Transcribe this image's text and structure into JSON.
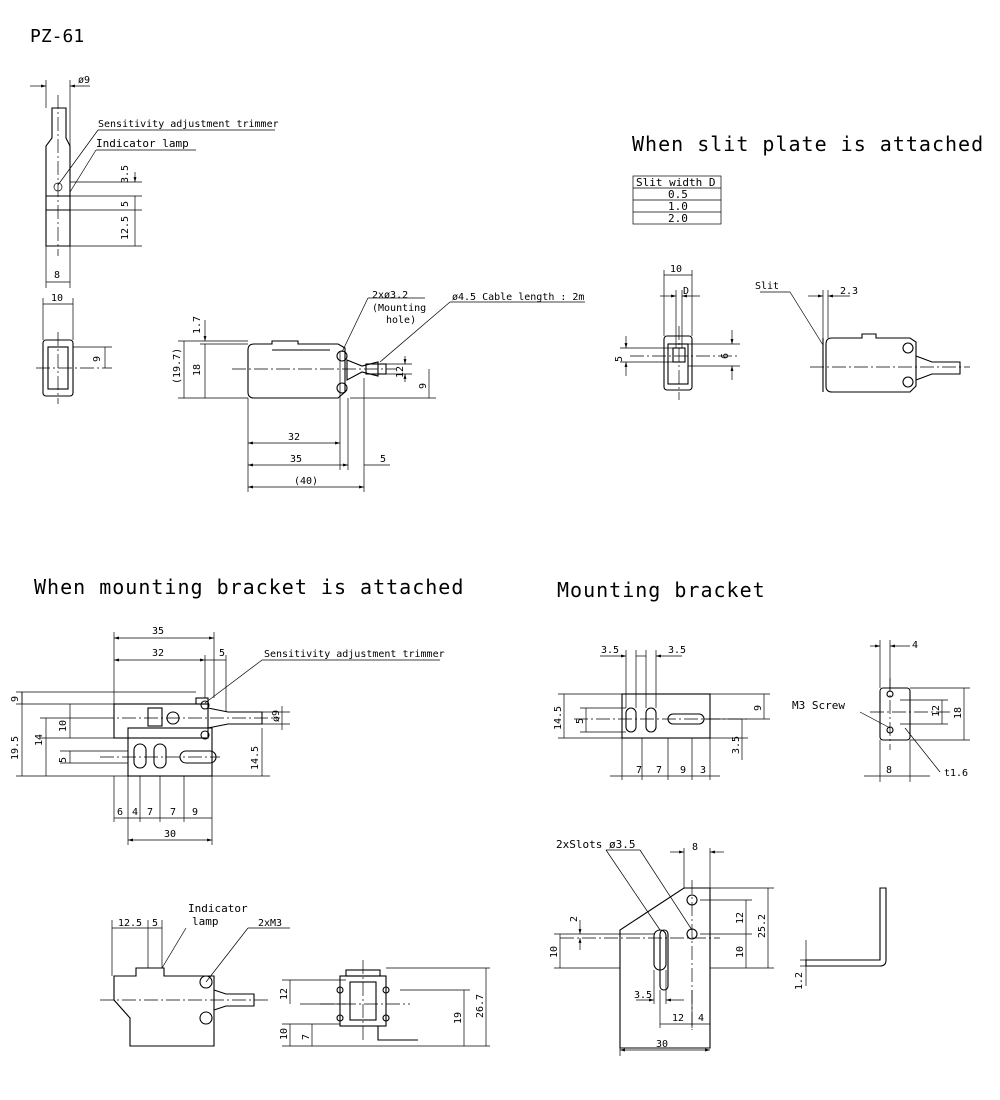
{
  "model": "PZ-61",
  "sections": {
    "slit_plate": "When slit plate is attached",
    "bracket_attached": "When mounting bracket is attached",
    "bracket": "Mounting bracket"
  },
  "labels": {
    "trimmer": "Sensitivity adjustment trimmer",
    "indicator": "Indicator lamp",
    "mount_hole_1": "2xø3.2",
    "mount_hole_2": "(Mounting",
    "mount_hole_3": "hole)",
    "cable": "ø4.5 Cable length : 2m",
    "slit": "Slit",
    "trimmer2": "Sensitivity adjustment trimmer",
    "indicator_1": "Indicator",
    "indicator_2": "lamp",
    "m3": "2xM3",
    "m3_screw": "M3 Screw",
    "t16": "t1.6",
    "slots": "2xSlots ø3.5"
  },
  "slit_table": {
    "header": "Slit width D",
    "rows": [
      "0.5",
      "1.0",
      "2.0"
    ]
  },
  "dims": {
    "d9": "ø9",
    "d35a": "3.5",
    "d5a": "5",
    "d125a": "12.5",
    "d8a": "8",
    "d10a": "10",
    "d9b": "9",
    "d17": "1.7",
    "d197": "(19.7)",
    "d18a": "18",
    "d12a": "12",
    "d9c": "9",
    "d32a": "32",
    "d35b": "35",
    "d5b": "5",
    "d40": "(40)",
    "d10b": "10",
    "dD": "D",
    "d5c": "5",
    "d6": "6",
    "d23": "2.3",
    "b35": "35",
    "b32": "32",
    "b5": "5",
    "b9": "9",
    "b10": "10",
    "b14": "14",
    "b195": "19.5",
    "b5b": "5",
    "b145": "14.5",
    "b9d": "ø9",
    "b6": "6",
    "b4": "4",
    "b7a": "7",
    "b7b": "7",
    "b9e": "9",
    "b30": "30",
    "c125": "12.5",
    "c5": "5",
    "c12": "12",
    "c10": "10",
    "c7": "7",
    "c19": "19",
    "c267": "26.7",
    "m35a": "3.5",
    "m35b": "3.5",
    "m145": "14.5",
    "m5": "5",
    "m9": "9",
    "m35c": "3.5",
    "m7a": "7",
    "m7b": "7",
    "m9b": "9",
    "m3": "3",
    "m4": "4",
    "m12": "12",
    "m18": "18",
    "m8": "8",
    "n8": "8",
    "n2": "2",
    "n10a": "10",
    "n12": "12",
    "n10b": "10",
    "n252": "25.2",
    "n35": "3.5",
    "n12b": "12",
    "n4": "4",
    "n30": "30",
    "n12c": "1.2"
  }
}
